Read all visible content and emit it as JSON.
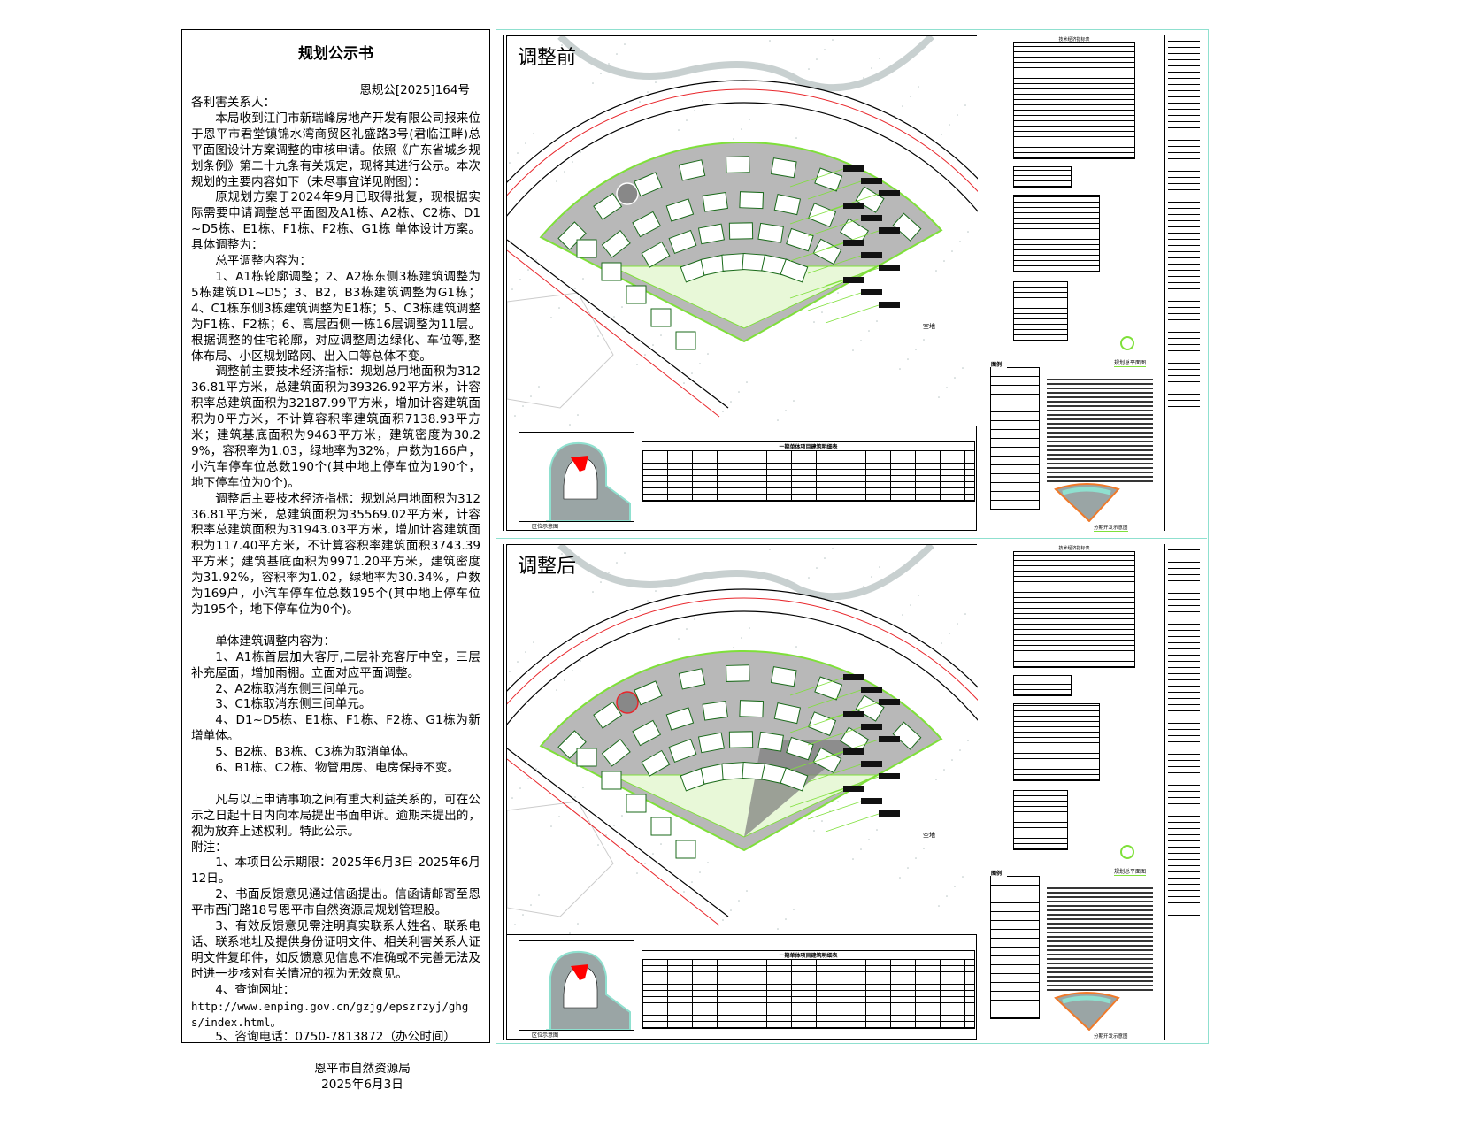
{
  "notice": {
    "title": "规划公示书",
    "doc_no": "恩规公[2025]164号",
    "salutation": "各利害关系人：",
    "intro": "本局收到江门市新瑞峰房地产开发有限公司报来位于恩平市君堂镇锦水湾商贸区礼盛路3号(君临江畔)总平面图设计方案调整的审核申请。依照《广东省城乡规划条例》第二十九条有关规定，现将其进行公示。本次规划的主要内容如下（未尽事宜详见附图）：",
    "background": "原规划方案于2024年9月已取得批复，现根据实际需要申请调整总平面图及A1栋、A2栋、C2栋、D1~D5栋、E1栋、F1栋、F2栋、G1栋 单体设计方案。具体调整为：",
    "site_heading": "总平调整内容为：",
    "site_items": "1、A1栋轮廓调整；2、A2栋东侧3栋建筑调整为5栋建筑D1~D5；3、B2，B3栋建筑调整为G1栋；4、C1栋东侧3栋建筑调整为E1栋；5、C3栋建筑调整为F1栋、F2栋；6、高层西侧一栋16层调整为11层。根据调整的住宅轮廓，对应调整周边绿化、车位等,整体布局、小区规划路网、出入口等总体不变。",
    "before_indicators": "调整前主要技术经济指标：规划总用地面积为31236.81平方米，总建筑面积为39326.92平方米，计容积率总建筑面积为32187.99平方米，增加计容建筑面积为0平方米，不计算容积率建筑面积7138.93平方米；建筑基底面积为9463平方米，建筑密度为30.29%，容积率为1.03，绿地率为32%，户数为166户，小汽车停车位总数190个(其中地上停车位为190个，地下停车位为0个)。",
    "after_indicators": "调整后主要技术经济指标：规划总用地面积为31236.81平方米，总建筑面积为35569.02平方米，计容积率总建筑面积为31943.03平方米，增加计容建筑面积为117.40平方米，不计算容积率建筑面积3743.39平方米；建筑基底面积为9971.20平方米，建筑密度为31.92%，容积率为1.02，绿地率为30.34%，户数为169户，小汽车停车位总数195个(其中地上停车位为195个，地下停车位为0个)。",
    "building_heading": "单体建筑调整内容为：",
    "building_items": [
      "1、A1栋首层加大客厅,二层补充客厅中空，三层补充屋面，增加雨棚。立面对应平面调整。",
      "2、A2栋取消东侧三间单元。",
      "3、C1栋取消东侧三间单元。",
      "4、D1~D5栋、E1栋、F1栋、F2栋、G1栋为新增单体。",
      "5、B2栋、B3栋、C3栋为取消单体。",
      "6、B1栋、C2栋、物管用房、电房保持不变。"
    ],
    "objection": "凡与以上申请事项之间有重大利益关系的，可在公示之日起十日内向本局提出书面申诉。逾期未提出的，视为放弃上述权利。特此公示。",
    "notes_heading": "附注：",
    "notes": [
      "1、本项目公示期限：2025年6月3日-2025年6月12日。",
      "2、书面反馈意见通过信函提出。信函请邮寄至恩平市西门路18号恩平市自然资源局规划管理股。",
      "3、有效反馈意见需注明真实联系人姓名、联系电话、联系地址及提供身份证明文件、相关利害关系人证明文件复印件，如反馈意见信息不准确或不完善无法及时进一步核对有关情况的视为无效意见。",
      "4、查询网址："
    ],
    "url": "http://www.enping.gov.cn/gzjg/epszrzyj/ghgs/index.html。",
    "phone": "5、咨询电话：0750-7813872（办公时间）",
    "issuer": "恩平市自然资源局",
    "date": "2025年6月3日"
  },
  "drawings": {
    "before": {
      "label": "调整前"
    },
    "after": {
      "label": "调整后"
    },
    "empty_land": "空地",
    "location_map": "区位示意图",
    "detail_table": "一期单体项目建筑明细表",
    "plan_title": "规划总平面图",
    "phase_map": "分期开发示意图",
    "legend": "图例：",
    "tech_table": "技术经济指标表",
    "colors": {
      "site_outline": "#7fe03a",
      "red_line": "#e8262b",
      "sheet_border": "#8fe0cf",
      "paving": "#b8b8b8"
    }
  }
}
